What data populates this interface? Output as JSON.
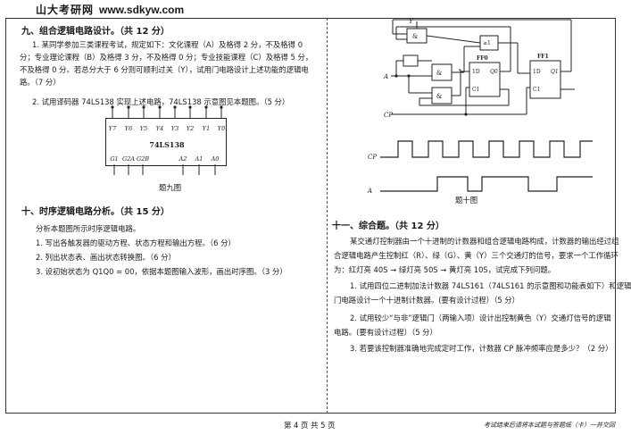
{
  "header": {
    "brand": "山大考研网",
    "url": "www.sdkyw.com"
  },
  "q9": {
    "title": "九、组合逻辑电路设计。（共 12 分）",
    "p1": [
      "1. 某同学参加三类课程考试，规定如下：文化课程（A）及格得 2 分，不及格得 0",
      "分；专业理论课程（B）及格得 3 分，不及格得 0 分；专业技能课程（C）及格得 5 分，",
      "不及格得 0 分。若总分大于 6 分则可顺利过关（Y），试用门电路设计上述功能的逻辑电",
      "路。（7 分）"
    ],
    "p2": "2. 试用译码器 74LS138 实现上述电路，74LS138 示意图见本题图。（5 分）",
    "chip": {
      "name": "74LS138",
      "top_pins": [
        "Y7",
        "Y6",
        "Y5",
        "Y4",
        "Y3",
        "Y2",
        "Y1",
        "Y0"
      ],
      "bottom_pins": [
        "G1",
        "G2A",
        "G2B",
        "A2",
        "A1",
        "A0"
      ]
    },
    "caption": "题九图"
  },
  "q10": {
    "title": "十、时序逻辑电路分析。（共 15 分）",
    "lines": [
      "分析本题图所示时序逻辑电路。",
      "1. 写出各触发器的驱动方程、状态方程和输出方程。（6 分）",
      "2. 列出状态表、画出状态转换图。（6 分）",
      "3. 设初始状态为 Q1Q0 = 00，依据本题图输入波形，画出时序图。（3 分）"
    ],
    "diagram": {
      "labels": [
        "Y",
        "A",
        "CP",
        "FF0",
        "FF1",
        "1D",
        "C1",
        "Q0",
        "Q1",
        "≥1",
        "&",
        "&",
        "&"
      ],
      "wave_labels": [
        "CP",
        "A"
      ],
      "caption": "题十图"
    }
  },
  "q11": {
    "title": "十一、综合题。（共 12 分）",
    "intro": [
      "某交通灯控制器由一个十进制的计数器和组合逻辑电路构成，计数器的输出经过组",
      "合逻辑电路产生控制红（R）、绿（G）、黄（Y）三个交通灯的信号，要求一个工作循环",
      "为：红灯亮 40S → 绿灯亮 50S → 黄灯亮 10S，试完成下列问题。"
    ],
    "q1": [
      "1. 试用四位二进制加法计数器 74LS161（74LS161 的示意图和功能表如下）和逻辑",
      "门电路设计一个十进制计数器。(要有设计过程）（5 分）"
    ],
    "q2": [
      "2. 试用较少“与非”逻辑门（两输入项）设计出控制黄色（Y）交通灯信号的逻辑",
      "电路。(要有设计过程）（5 分）"
    ],
    "q3": "3. 若要该控制器准确地完成定时工作，计数器 CP 脉冲频率应是多少？（2 分）"
  },
  "footer": {
    "page": "第 4 页 共 5 页",
    "note": "考试结束后请将本试题与答题纸（卡）一并交回"
  }
}
